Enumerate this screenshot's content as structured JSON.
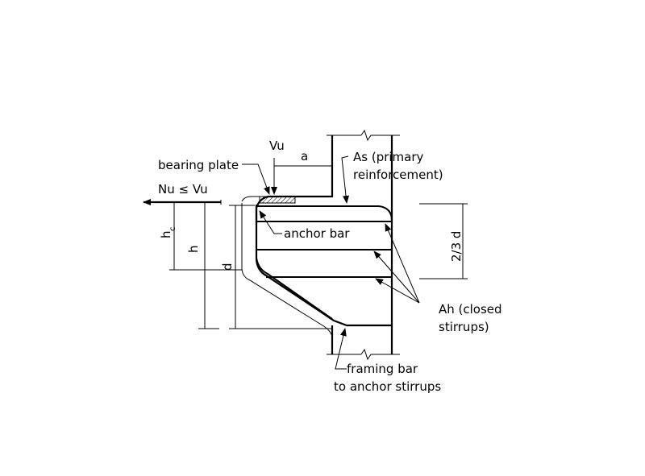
{
  "labels": {
    "vu": "Vu",
    "a": "a",
    "bearing_plate": "bearing plate",
    "nu_le_vu": "Nu ≤ Vu",
    "as_primary_line1": "As (primary",
    "as_primary_line2": "reinforcement)",
    "hc": "h",
    "hc_sub": "c",
    "h": "h",
    "d": "d",
    "anchor_bar": "anchor bar",
    "two_thirds_d": "2/3 d",
    "ah_line1": "Ah (closed",
    "ah_line2": "stirrups)",
    "framing_bar_line1": "framing bar",
    "framing_bar_line2": "to anchor stirrups"
  }
}
